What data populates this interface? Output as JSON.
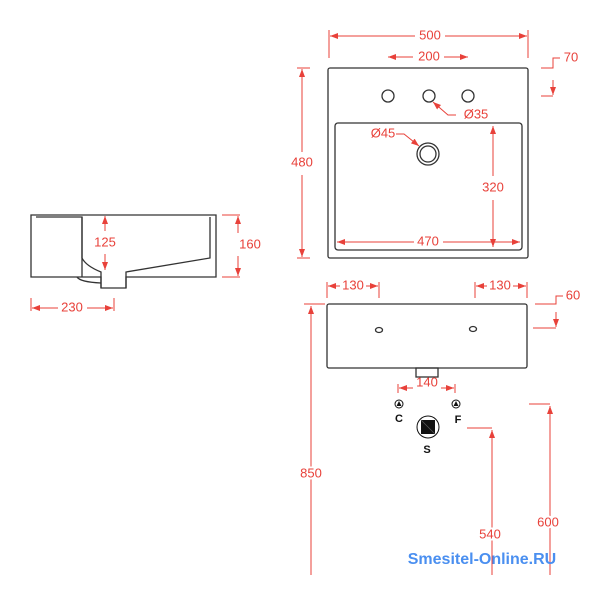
{
  "top_view": {
    "width": "500",
    "tap_spacing": "200",
    "tap_offset": "70",
    "depth": "480",
    "tap_hole": "Ø35",
    "drain": "Ø45",
    "basin_depth": "320",
    "basin_width": "470"
  },
  "side_view": {
    "bowl_depth": "125",
    "height": "160",
    "drain_offset": "230"
  },
  "front_view": {
    "left_offset": "130",
    "right_offset": "130",
    "hole_height": "60",
    "valve_spacing": "140",
    "cold_label": "C",
    "hot_label": "F",
    "waste_label": "S",
    "mount_height": "850",
    "waste_height": "540",
    "valve_height": "600"
  },
  "watermark": "Smesitel-Online.RU",
  "colors": {
    "dimension": "#e8413a",
    "outline": "#333333",
    "watermark": "#4a8ff0"
  }
}
